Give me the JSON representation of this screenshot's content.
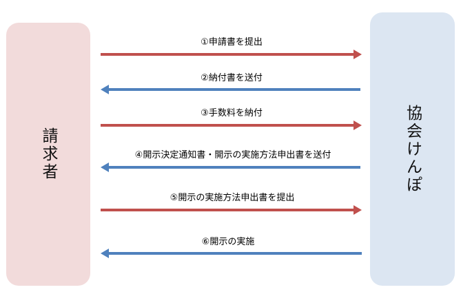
{
  "actors": {
    "requester": {
      "label": "請求者",
      "color": "#f2dbdb"
    },
    "association": {
      "label": "協会けんぽ",
      "color": "#dce6f2"
    }
  },
  "colors": {
    "to_association": "#c0504d",
    "to_requester": "#4f81bd"
  },
  "steps": [
    {
      "label": "①申請書を提出",
      "direction": "right"
    },
    {
      "label": "②納付書を送付",
      "direction": "left"
    },
    {
      "label": "③手数料を納付",
      "direction": "right"
    },
    {
      "label": "④開示決定通知書・開示の実施方法申出書を送付",
      "direction": "left"
    },
    {
      "label": "⑤開示の実施方法申出書を提出",
      "direction": "right"
    },
    {
      "label": "⑥開示の実施",
      "direction": "left"
    }
  ]
}
